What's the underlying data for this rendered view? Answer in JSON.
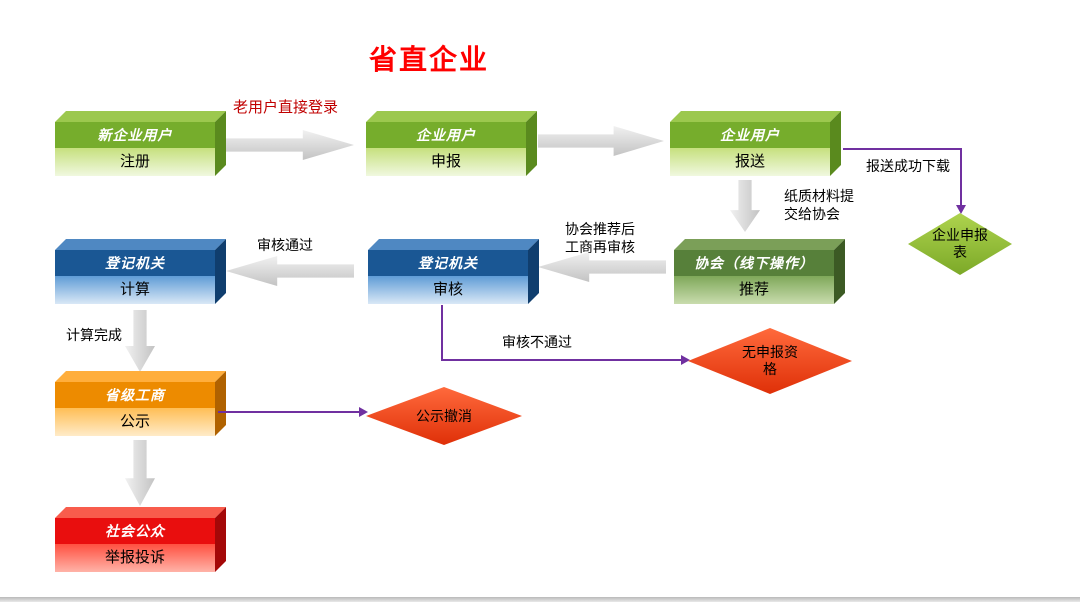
{
  "title": "省直企业",
  "boxes": {
    "register": {
      "header": "新企业用户",
      "body": "注册"
    },
    "declare": {
      "header": "企业用户",
      "body": "申报"
    },
    "submit": {
      "header": "企业用户",
      "body": "报送"
    },
    "association": {
      "header": "协会（线下操作）",
      "body": "推荐"
    },
    "review": {
      "header": "登记机关",
      "body": "审核"
    },
    "calculate": {
      "header": "登记机关",
      "body": "计算"
    },
    "publicity": {
      "header": "省级工商",
      "body": "公示"
    },
    "public": {
      "header": "社会公众",
      "body": "举报投诉"
    }
  },
  "diamonds": {
    "form": "企业申报表",
    "no_qualification": "无申报资格",
    "revoke": "公示撤消"
  },
  "labels": {
    "old_user": "老用户直接登录",
    "download": "报送成功下载",
    "paper": "纸质材料提交给协会",
    "assoc_recommend": "协会推荐后工商再审核",
    "review_pass": "审核通过",
    "review_fail": "审核不通过",
    "calc_done": "计算完成"
  },
  "colors": {
    "title": "#FF0000",
    "green_node": "#76AD2C",
    "dark_green_node": "#57803A",
    "blue_node": "#1A5794",
    "orange_node": "#ED8B00",
    "red_node": "#E90E0E",
    "green_diamond": "#8FBE2F",
    "red_diamond": "#F04515",
    "connector_purple": "#7030A0",
    "arrow_gray": "#D0D0D0",
    "old_user_label": "#C00000"
  }
}
